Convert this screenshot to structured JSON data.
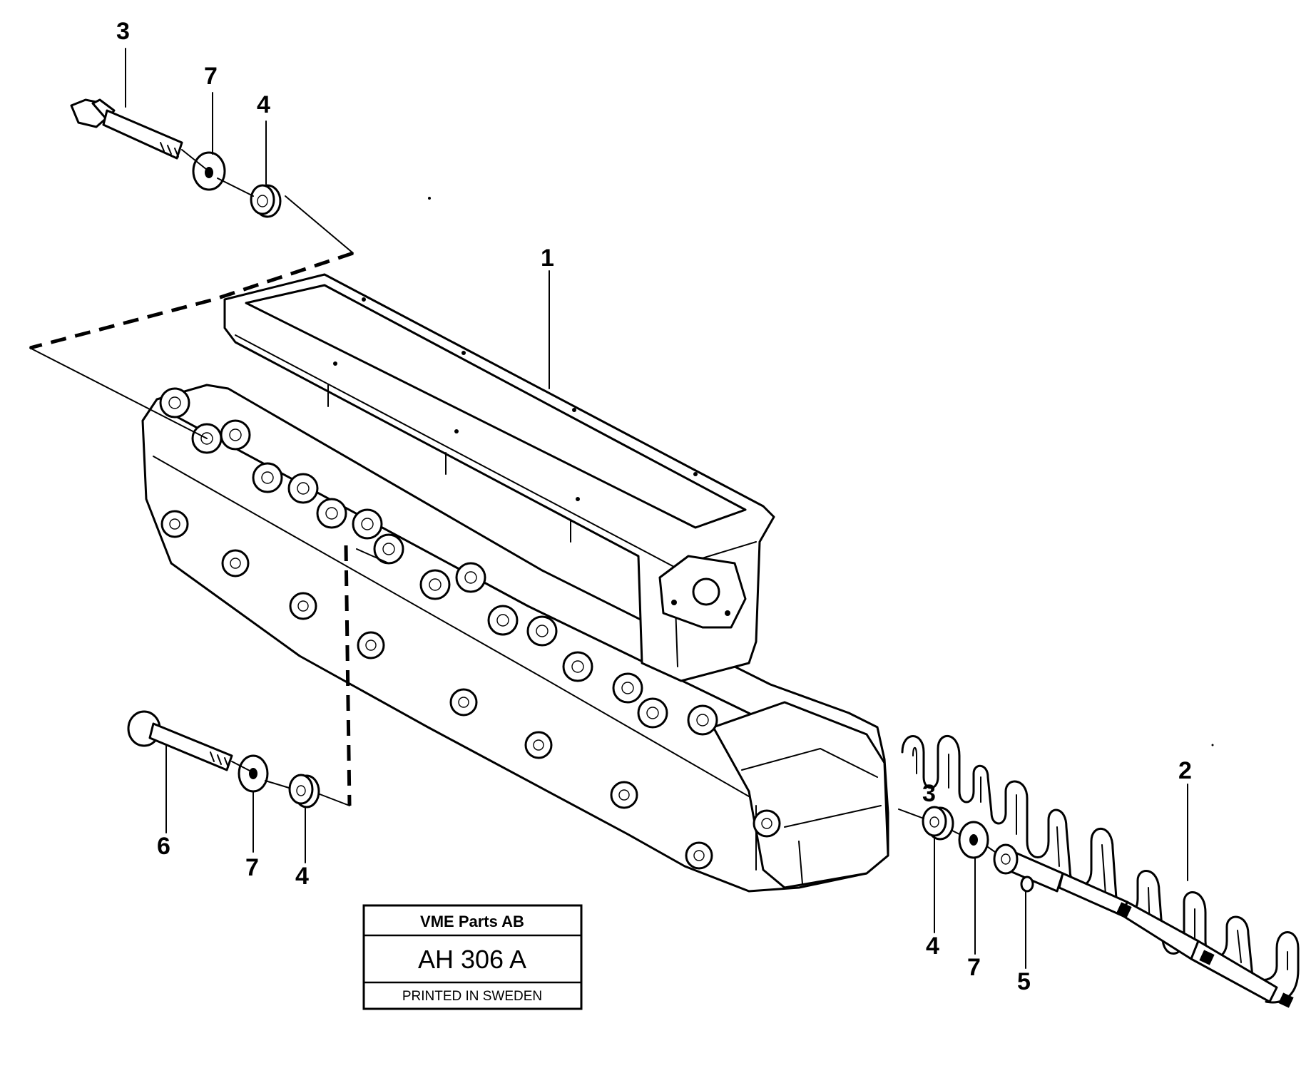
{
  "callouts": {
    "part_1": "1",
    "part_2": "2",
    "part_3_top": "3",
    "part_3_right": "3",
    "part_4_top": "4",
    "part_4_left": "4",
    "part_4_right": "4",
    "part_5": "5",
    "part_6": "6",
    "part_7_top": "7",
    "part_7_left": "7",
    "part_7_right": "7"
  },
  "title_block": {
    "company": "VME Parts AB",
    "drawing_number": "AH 306 A",
    "printed_in": "PRINTED IN SWEDEN"
  }
}
